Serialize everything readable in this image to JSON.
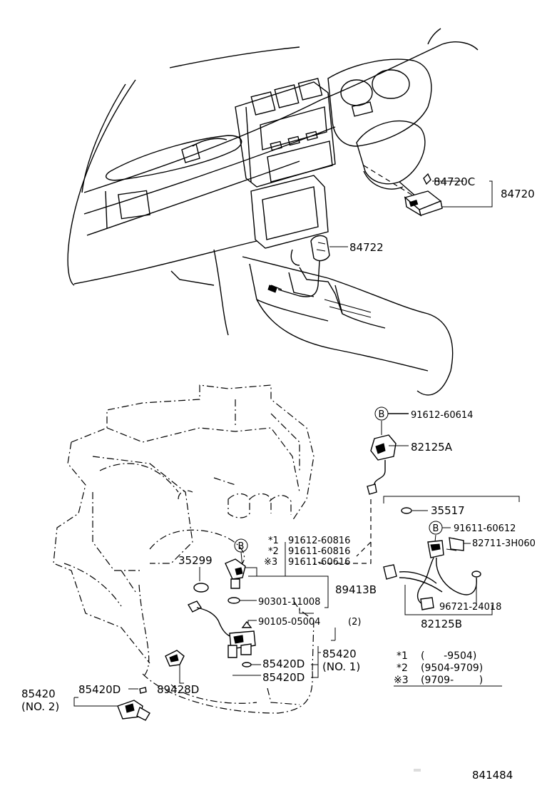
{
  "diagram_id": "841484",
  "callouts": {
    "p84720C": "84720C",
    "p84720": "84720",
    "p84722": "84722",
    "bolt_top": "91612-60614",
    "p82125A": "82125A",
    "p35517": "35517",
    "bolt_b2": "91611-60612",
    "p82711": "82711-3H060",
    "p96721": "96721-24018",
    "p82125B": "82125B",
    "star1_mark": "*1",
    "star1_part": "91612-60816",
    "star2_mark": "*2",
    "star2_part": "91611-60816",
    "star3_mark": "※3",
    "star3_part": "91611-60616",
    "p35299": "35299",
    "p89413B": "89413B",
    "p90301": "90301-11008",
    "p90105": "90105-05004",
    "p90105_qty": "(2)",
    "p85420D_a": "85420D",
    "p85420D_b": "85420D",
    "p85420D_c": "85420D",
    "p85420_no1": "85420",
    "no1": "(NO. 1)",
    "p85420_no2": "85420",
    "no2": "(NO. 2)",
    "p89428D": "89428D",
    "circle_b": "B"
  },
  "notes": [
    {
      "mark": "*1",
      "range": "(      -9504)"
    },
    {
      "mark": "*2",
      "range": "(9504-9709)"
    },
    {
      "mark": "※3",
      "range": "(9709-        )"
    }
  ]
}
